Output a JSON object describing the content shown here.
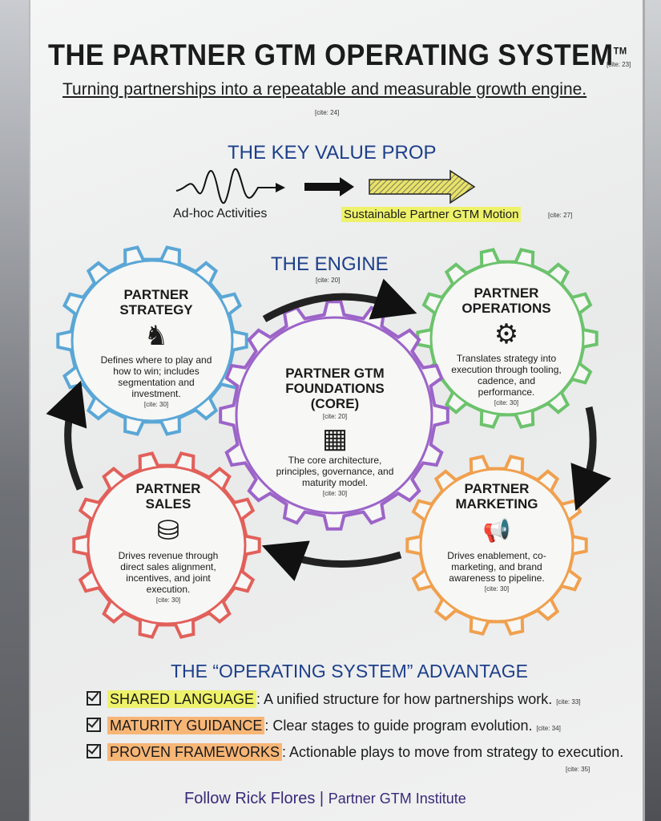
{
  "header": {
    "title": "THE PARTNER GTM OPERATING SYSTEM",
    "trademark": "TM",
    "title_cite": "[cite: 23]",
    "subtitle": "Turning partnerships into a repeatable and measurable growth engine.",
    "subtitle_cite": "[cite: 24]"
  },
  "value_prop": {
    "heading": "THE KEY VALUE PROP",
    "from_label": "Ad-hoc Activities",
    "to_label": "Sustainable Partner GTM Motion",
    "to_cite": "[cite: 27]",
    "highlight": "#eef26a"
  },
  "engine": {
    "heading": "THE ENGINE",
    "cite": "[cite: 20]",
    "gears": [
      {
        "id": "strategy",
        "title": "PARTNER STRATEGY",
        "icon": "chess-knight-icon",
        "glyph": "♞",
        "text": "Defines where to play and how to win; includes segmentation and investment.",
        "cite": "[cite: 30]",
        "color": "#5aa7d6"
      },
      {
        "id": "operations",
        "title": "PARTNER OPERATIONS",
        "icon": "gear-icon",
        "glyph": "⚙",
        "text": "Translates strategy into execution through tooling, cadence, and performance.",
        "cite": "[cite: 30]",
        "color": "#6cc36c"
      },
      {
        "id": "core",
        "title": "PARTNER GTM FOUNDATIONS (CORE)",
        "title_cite": "[cite: 20]",
        "icon": "building-brick-icon",
        "glyph": "▦",
        "text": "The core architecture, principles, governance, and maturity model.",
        "cite": "[cite: 30]",
        "color": "#9c64c8"
      },
      {
        "id": "sales",
        "title": "PARTNER SALES",
        "icon": "coins-icon",
        "glyph": "⛁",
        "text": "Drives revenue through direct sales alignment, incentives, and joint execution.",
        "cite": "[cite: 30]",
        "color": "#e2605a"
      },
      {
        "id": "marketing",
        "title": "PARTNER MARKETING",
        "icon": "megaphone-icon",
        "glyph": "📢",
        "text": "Drives enablement, co-marketing, and brand awareness to pipeline.",
        "cite": "[cite: 30]",
        "color": "#f0a04e"
      }
    ]
  },
  "advantage": {
    "heading": "THE “OPERATING SYSTEM” ADVANTAGE",
    "items": [
      {
        "label": "SHARED LANGUAGE",
        "text": ": A unified structure for how partnerships work.",
        "cite": "[cite: 33]",
        "color": "#eef26a"
      },
      {
        "label": "MATURITY GUIDANCE",
        "text": ": Clear stages to guide program evolution.",
        "cite": "[cite: 34]",
        "color": "#f7b676"
      },
      {
        "label": "PROVEN FRAMEWORKS",
        "text": ": Actionable plays to move from strategy to execution.",
        "cite": "[cite: 35]",
        "color": "#f7b676"
      }
    ]
  },
  "footer": {
    "follow": "Follow Rick Flores",
    "separator": "|",
    "org": "Partner GTM Institute",
    "color": "#3a2a7a"
  }
}
